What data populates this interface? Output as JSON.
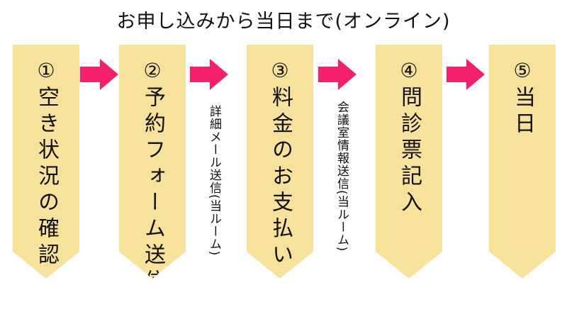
{
  "title": "お申し込みから当日まで(オンライン)",
  "colors": {
    "step_fill": "#f7e29c",
    "arrow": "#f5206b",
    "text": "#111111"
  },
  "steps": [
    {
      "num": "①",
      "label": "空き状況の確認"
    },
    {
      "num": "②",
      "label": "予約フォーム送信"
    },
    {
      "num": "③",
      "label": "料金のお支払い"
    },
    {
      "num": "④",
      "label": "問診票記入"
    },
    {
      "num": "⑤",
      "label": "当日"
    }
  ],
  "notes": [
    "詳細メール送信(当ルーム)",
    "会議室情報送信(当ルーム)"
  ]
}
